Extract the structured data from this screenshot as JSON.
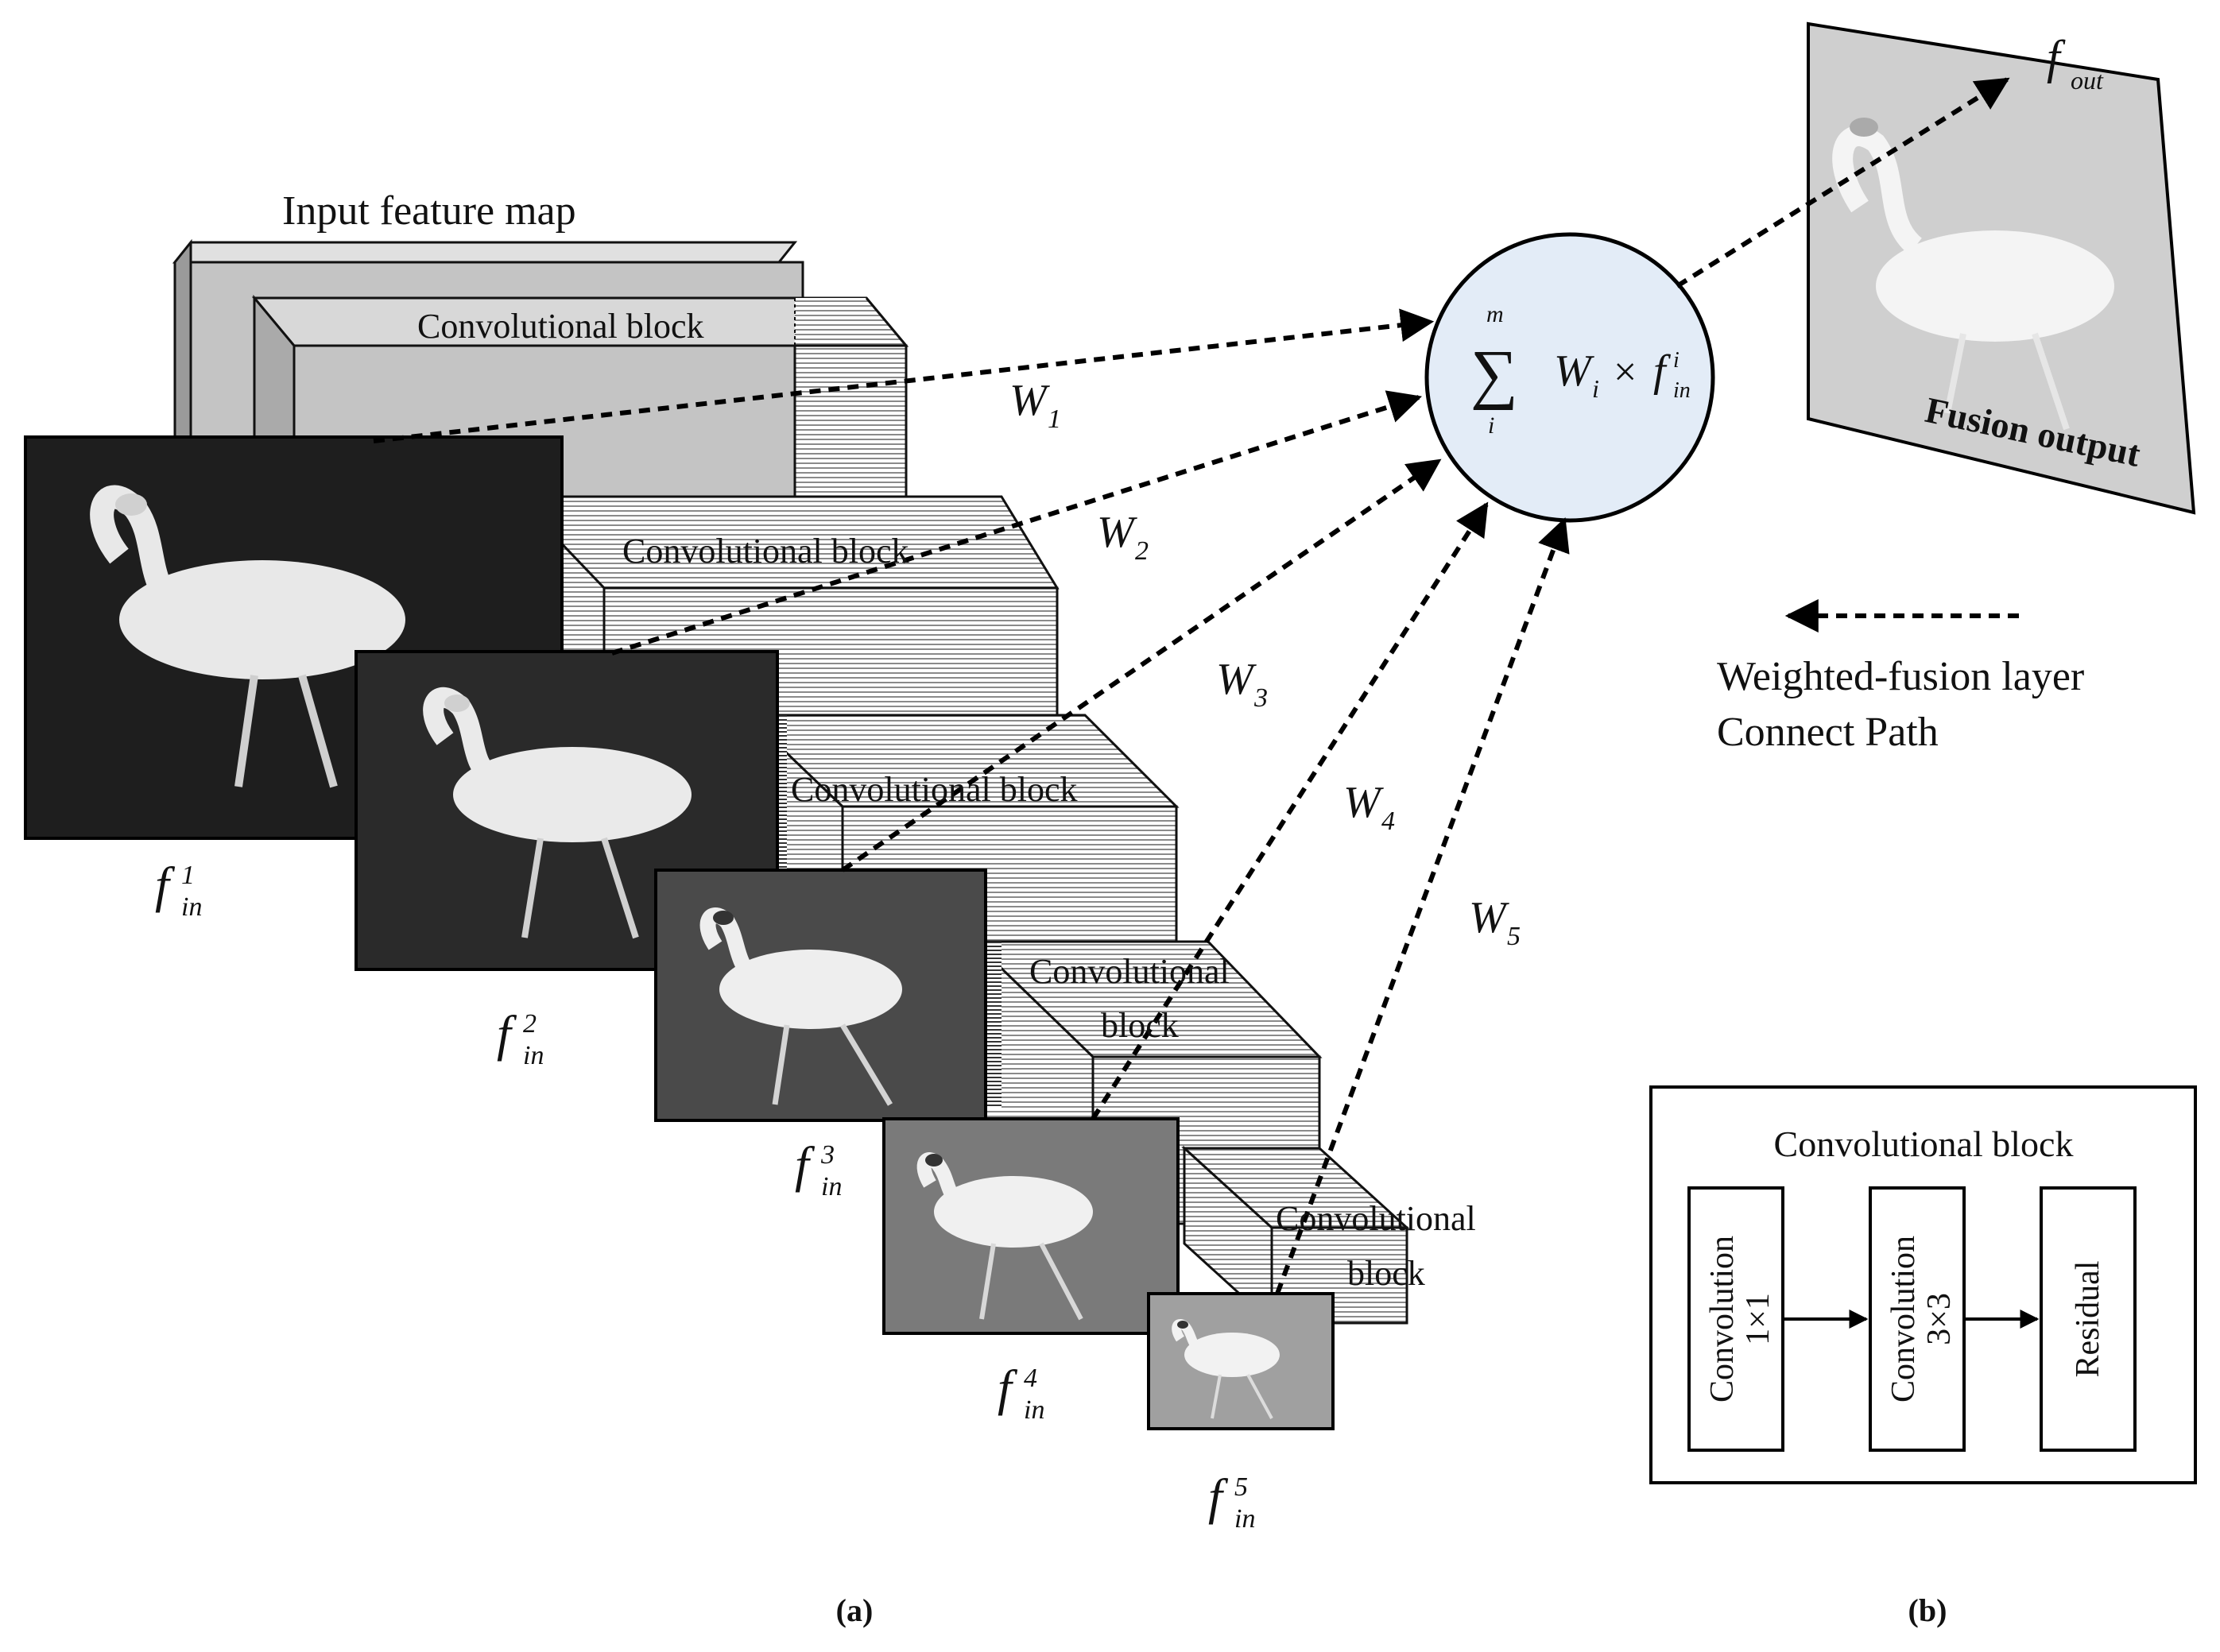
{
  "input_feature_map_label": "Input feature map",
  "conv_block_label": "Convolutional block",
  "conv_block_stack_labels": [
    [
      "Convolutional block"
    ],
    [
      "Convolutional block"
    ],
    [
      "Convolutional block"
    ],
    [
      "Convolutional",
      "block"
    ],
    [
      "Convolutional",
      "block"
    ]
  ],
  "feature_labels": [
    {
      "base": "f",
      "sub": "in",
      "sup": "1"
    },
    {
      "base": "f",
      "sub": "in",
      "sup": "2"
    },
    {
      "base": "f",
      "sub": "in",
      "sup": "3"
    },
    {
      "base": "f",
      "sub": "in",
      "sup": "4"
    },
    {
      "base": "f",
      "sub": "in",
      "sup": "5"
    }
  ],
  "weights": [
    {
      "base": "W",
      "sub": "1"
    },
    {
      "base": "W",
      "sub": "2"
    },
    {
      "base": "W",
      "sub": "3"
    },
    {
      "base": "W",
      "sub": "4"
    },
    {
      "base": "W",
      "sub": "5"
    }
  ],
  "fusion_formula": {
    "sum_upper": "m",
    "sum_lower": "i",
    "weight": "W",
    "weight_sub": "i",
    "times": "×",
    "feature": "f",
    "feature_sub": "in",
    "feature_sup": "i"
  },
  "fusion_output_label": "Fusion output",
  "output_label": {
    "base": "f",
    "sub": "out"
  },
  "legend": {
    "line1": "Weighted-fusion layer",
    "line2": "Connect Path"
  },
  "block_detail": {
    "title": "Convolutional block",
    "steps": [
      {
        "line1": "Convolution",
        "line2": "1×1"
      },
      {
        "line1": "Convolution",
        "line2": "3×3"
      },
      {
        "line1": "Residual",
        "line2": ""
      }
    ]
  },
  "panel_labels": {
    "a": "(a)",
    "b": "(b)"
  },
  "colors": {
    "gray_block": "#c4c4c4",
    "fusion_node": "#e3ecf7",
    "stroke": "#111111"
  }
}
